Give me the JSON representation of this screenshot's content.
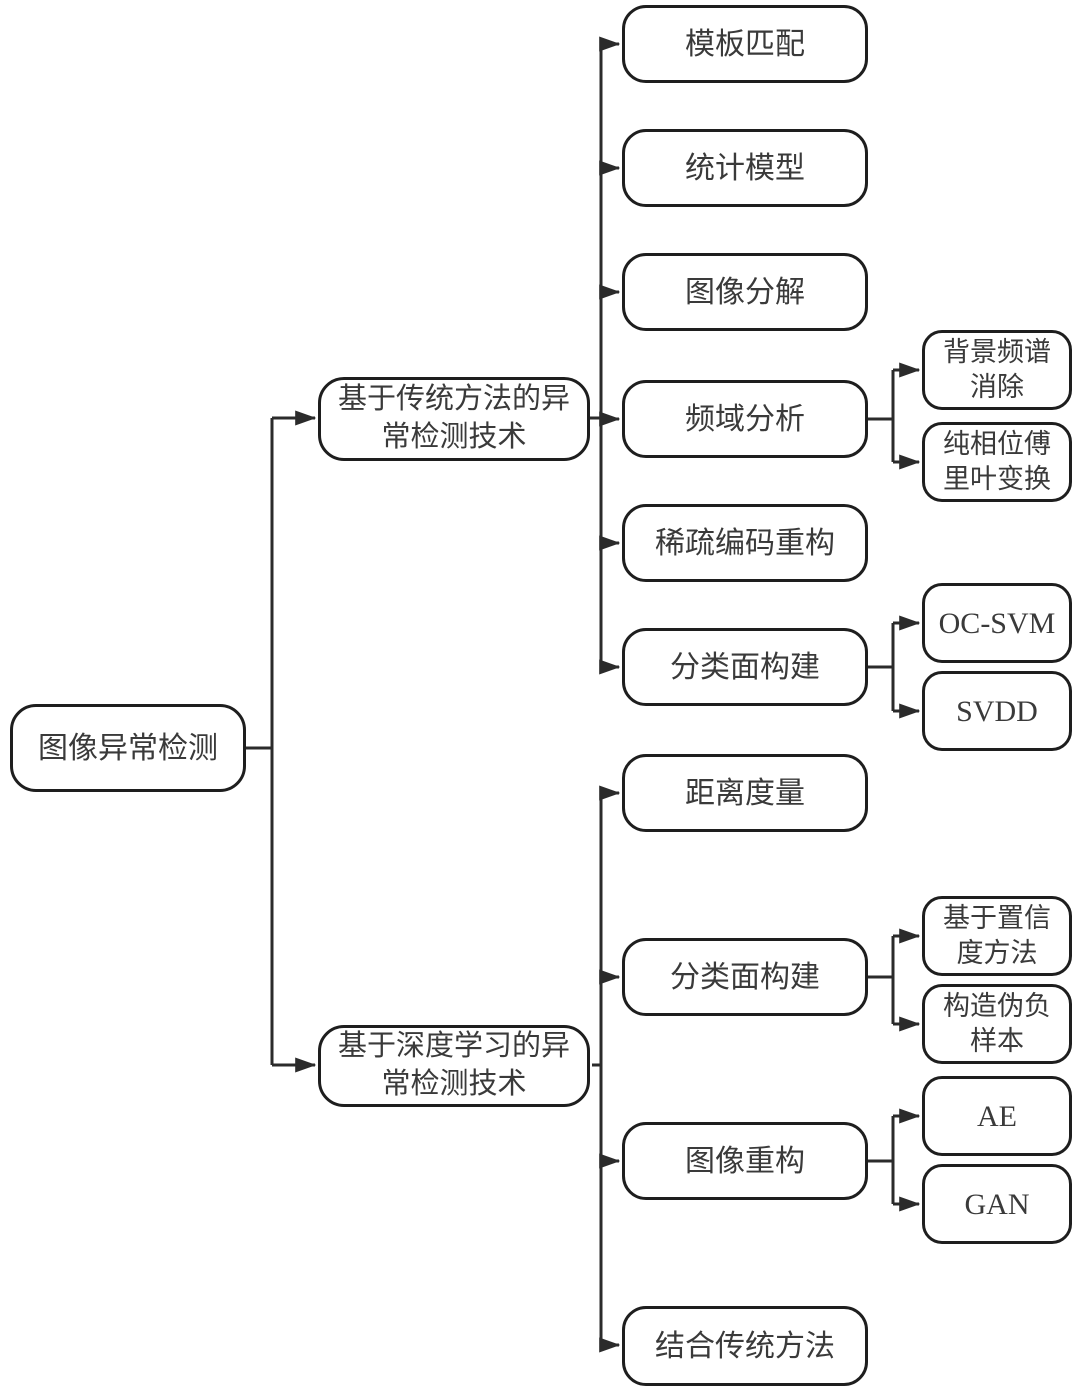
{
  "diagram": {
    "type": "tree-flowchart",
    "orientation": "left-to-right",
    "colors": {
      "background": "#ffffff",
      "box_fill": "#ffffff",
      "box_border": "#1e1e1e",
      "line": "#2b2b2b",
      "text": "#3a3a3a"
    },
    "tree": {
      "root": {
        "label": "图像异常检测"
      },
      "children": [
        {
          "label": "基于传统方法的异常检测技术",
          "children": [
            {
              "label": "模板匹配"
            },
            {
              "label": "统计模型"
            },
            {
              "label": "图像分解"
            },
            {
              "label": "频域分析",
              "children": [
                {
                  "label": "背景频谱消除"
                },
                {
                  "label": "纯相位傅里叶变换"
                }
              ]
            },
            {
              "label": "稀疏编码重构"
            },
            {
              "label": "分类面构建",
              "children": [
                {
                  "label": "OC-SVM"
                },
                {
                  "label": "SVDD"
                }
              ]
            }
          ]
        },
        {
          "label": "基于深度学习的异常检测技术",
          "children": [
            {
              "label": "距离度量"
            },
            {
              "label": "分类面构建",
              "children": [
                {
                  "label": "基于置信度方法"
                },
                {
                  "label": "构造伪负样本"
                }
              ]
            },
            {
              "label": "图像重构",
              "children": [
                {
                  "label": "AE"
                },
                {
                  "label": "GAN"
                }
              ]
            },
            {
              "label": "结合传统方法"
            }
          ]
        }
      ]
    }
  }
}
